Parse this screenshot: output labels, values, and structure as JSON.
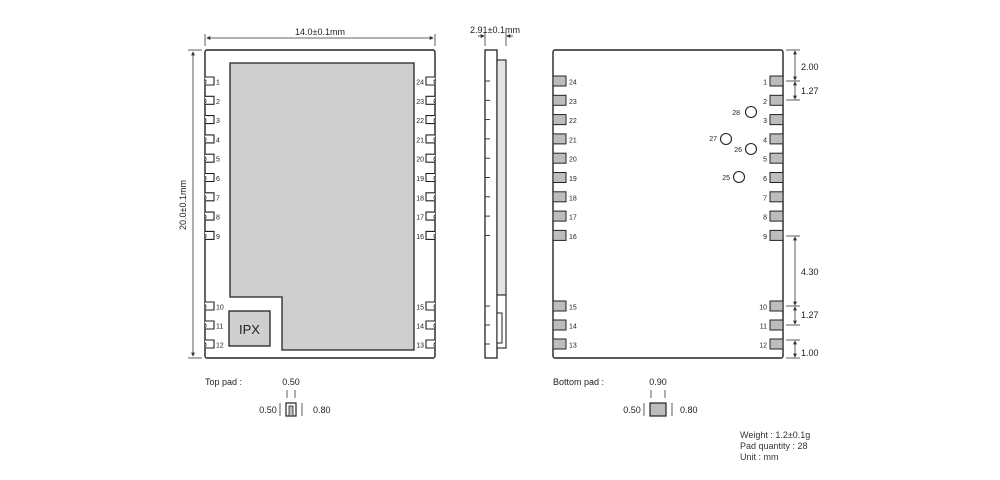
{
  "top_view": {
    "width_label": "14.0±0.1mm",
    "height_label": "20.0±0.1mm",
    "ipx_label": "IPX",
    "left_pins": [
      "1",
      "2",
      "3",
      "4",
      "5",
      "6",
      "7",
      "8",
      "9",
      "10",
      "11",
      "12"
    ],
    "right_pins": [
      "24",
      "23",
      "22",
      "21",
      "20",
      "19",
      "18",
      "17",
      "16",
      "15",
      "14",
      "13"
    ]
  },
  "side_view": {
    "thickness_label": "2.91±0.1mm"
  },
  "bottom_view": {
    "left_pins": [
      "24",
      "23",
      "22",
      "21",
      "20",
      "19",
      "18",
      "17",
      "16",
      "15",
      "14",
      "13"
    ],
    "right_pins": [
      "1",
      "2",
      "3",
      "4",
      "5",
      "6",
      "7",
      "8",
      "9",
      "10",
      "11",
      "12"
    ],
    "center_pads": [
      "28",
      "27",
      "26",
      "25"
    ],
    "dims": [
      "2.00",
      "1.27",
      "4.30",
      "1.27",
      "1.00"
    ]
  },
  "top_pad": {
    "label": "Top pad :",
    "top": "0.50",
    "left": "0.50",
    "right": "0.80"
  },
  "bottom_pad": {
    "label": "Bottom pad :",
    "top": "0.90",
    "left": "0.50",
    "right": "0.80"
  },
  "specs": {
    "weight": "Weight : 1.2±0.1g",
    "pad_quantity": "Pad quantity : 28",
    "unit": "Unit : mm"
  }
}
